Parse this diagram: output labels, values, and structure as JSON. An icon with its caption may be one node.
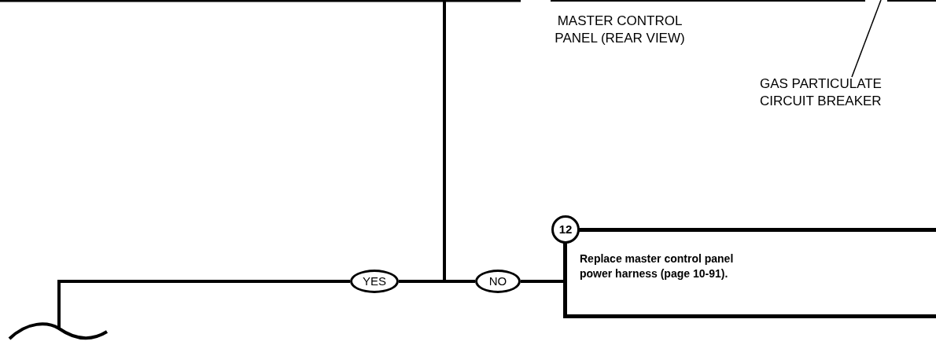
{
  "diagram": {
    "nodes": [
      {
        "text": [
          "YES"
        ]
      },
      {
        "text": [
          "NO"
        ]
      },
      {
        "text": [
          "12",
          "Replace master control panel power harness (page 10-91)."
        ]
      },
      {
        "text": [
          "GAS PARTICULATE CIRCUIT BREAKER"
        ]
      },
      {
        "text": [],
        "shape": "wave"
      }
    ],
    "edges": [
      {
        "from": null,
        "to": 0,
        "arrow": "none"
      },
      {
        "from": null,
        "to": 1,
        "arrow": "none"
      },
      {
        "from": 1,
        "to": 2,
        "arrow": "none"
      },
      {
        "from": 0,
        "to": 4,
        "arrow": "none"
      },
      {
        "from": 3,
        "to": null,
        "arrow": "none"
      }
    ],
    "labels": [
      "MASTER CONTROL PANEL (REAR VIEW)"
    ]
  }
}
